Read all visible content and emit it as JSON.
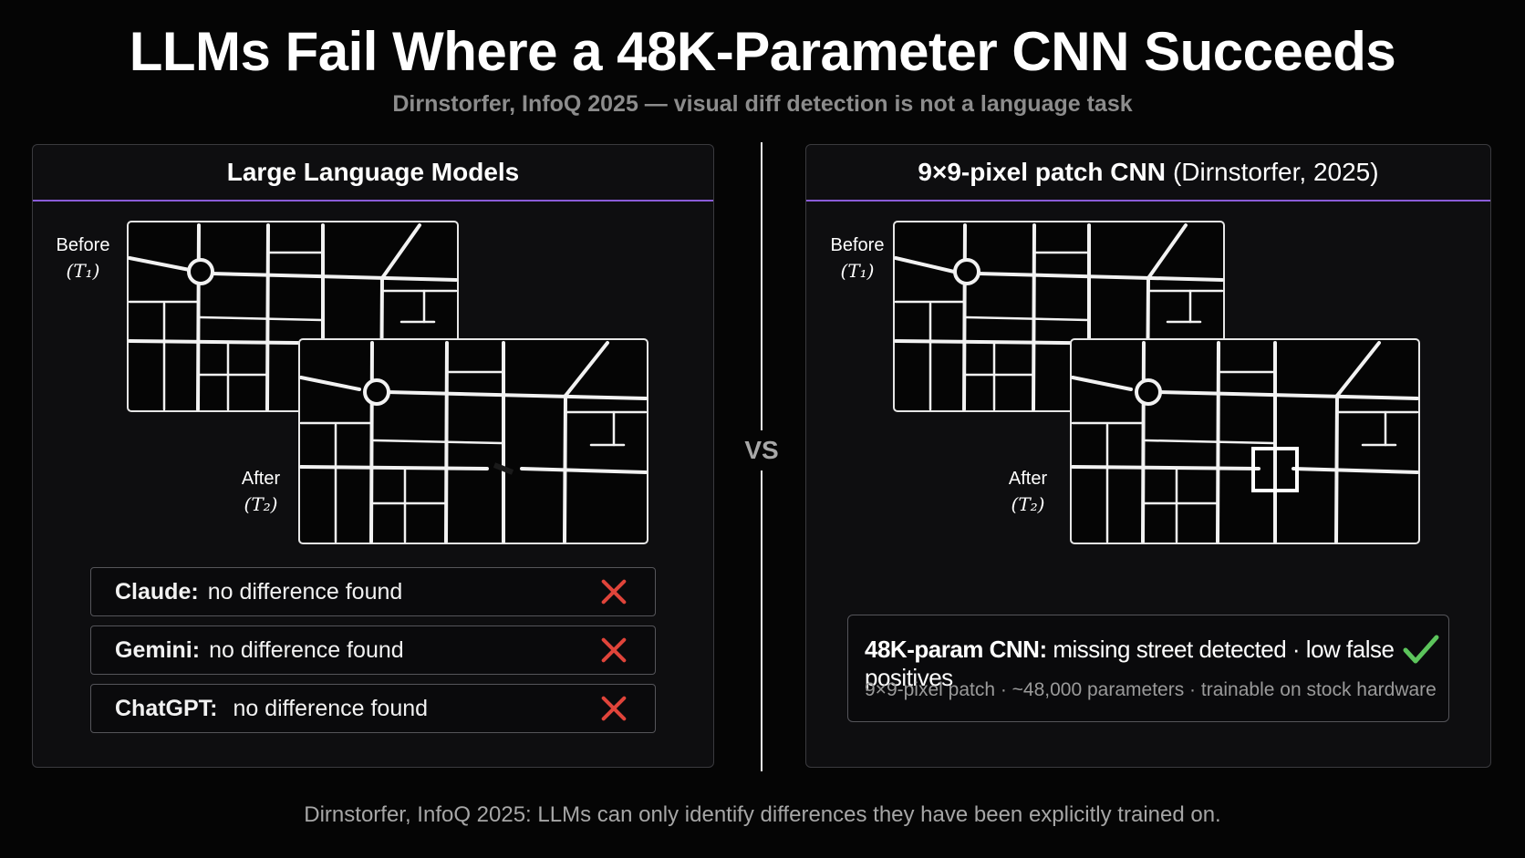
{
  "title": "LLMs Fail Where a 48K-Parameter CNN Succeeds",
  "subtitle": "Dirnstorfer, InfoQ 2025 — visual diff detection is not a language task",
  "vs_label": "VS",
  "left_panel": {
    "heading": "Large Language Models",
    "before_label": "Before",
    "before_time": "(T₁)",
    "after_label": "After",
    "after_time": "(T₂)",
    "results": [
      {
        "model": "Claude:",
        "text": "no difference found",
        "status": "fail",
        "icon": "x-icon",
        "color": "#e0443a"
      },
      {
        "model": "Gemini:",
        "text": "no difference found",
        "status": "fail",
        "icon": "x-icon",
        "color": "#e0443a"
      },
      {
        "model": "ChatGPT:",
        "text": " no difference found",
        "status": "fail",
        "icon": "x-icon",
        "color": "#e0443a"
      }
    ]
  },
  "right_panel": {
    "heading": "9×9-pixel patch CNN",
    "heading_suffix": "(Dirnstorfer, 2025)",
    "before_label": "Before",
    "before_time": "(T₁)",
    "after_label": "After",
    "after_time": "(T₂)",
    "result": {
      "model": "48K-param CNN:",
      "text": "missing street detected · low false positives",
      "detail": "9×9-pixel patch · ~48,000 parameters · trainable on stock hardware",
      "icon": "check-icon",
      "color": "#5cc45c"
    }
  },
  "footer": "Dirnstorfer, InfoQ 2025: LLMs can only identify differences they have been explicitly trained on.",
  "colors": {
    "accent_divider": "#8a5cd8",
    "fail": "#e0443a",
    "success": "#5cc45c",
    "background": "#050505"
  }
}
